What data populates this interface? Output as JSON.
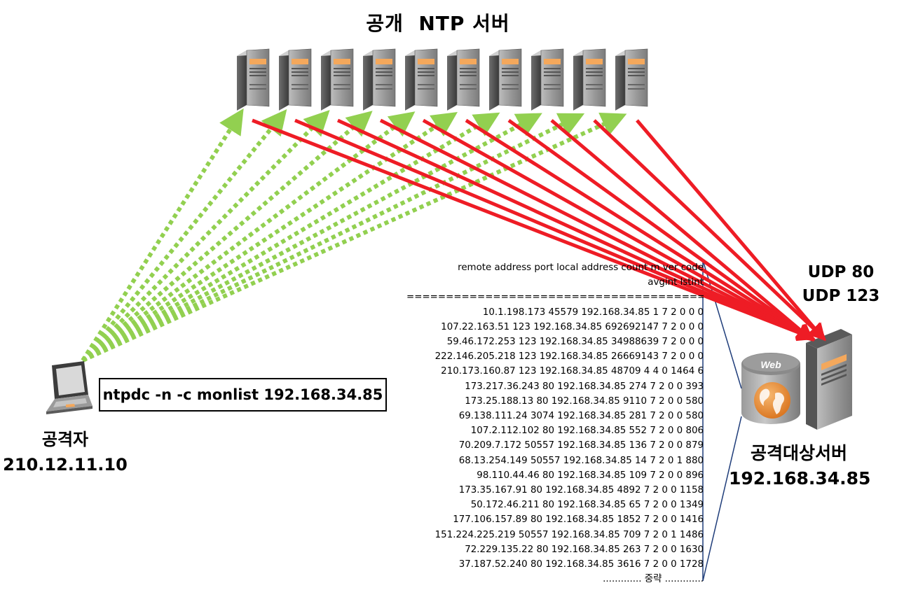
{
  "title": "공개  NTP 서버",
  "command": "ntpdc -n -c monlist 192.168.34.85",
  "attacker": {
    "name": "공격자",
    "ip": "210.12.11.10"
  },
  "target": {
    "name": "공격대상서버",
    "ip": "192.168.34.85",
    "web_label": "Web"
  },
  "ports": [
    "UDP 80",
    "UDP 123"
  ],
  "monlist": {
    "header": [
      "remote address port local address count m ver code",
      "avgint lstint"
    ],
    "separator": "==============================================",
    "rows": [
      "10.1.198.173 45579 192.168.34.85 1 7 2 0 0 0",
      "107.22.163.51 123 192.168.34.85 692692147 7 2 0 0 0",
      "59.46.172.253 123 192.168.34.85 34988639 7 2 0 0 0",
      "222.146.205.218 123 192.168.34.85 26669143 7 2 0 0 0",
      "210.173.160.87 123 192.168.34.85 48709 4 4 0 1464 6",
      "173.217.36.243 80 192.168.34.85 274 7 2 0 0 393",
      "173.25.188.13 80 192.168.34.85 9110 7 2 0 0 580",
      "69.138.111.24 3074 192.168.34.85 281 7 2 0 0 580",
      "107.2.112.102 80 192.168.34.85 552 7 2 0 0 806",
      "70.209.7.172 50557 192.168.34.85 136 7 2 0 0 879",
      "68.13.254.149 50557 192.168.34.85 14 7 2 0 1 880",
      "98.110.44.46 80 192.168.34.85 109 7 2 0 0 896",
      "173.35.167.91 80 192.168.34.85 4892 7 2 0 0 1158",
      "50.172.46.211 80 192.168.34.85 65 7 2 0 0 1349",
      "177.106.157.89 80 192.168.34.85 1852 7 2 0 0 1416",
      "151.224.225.219 50557 192.168.34.85 709 7 2 0 1 1486",
      "72.229.135.22 80 192.168.34.85 263 7 2 0 0 1630",
      "37.187.52.240 80 192.168.34.85 3616 7 2 0 0 1728"
    ],
    "footer": "............. 중략 ............."
  },
  "colors": {
    "request": "#92d050",
    "response": "#ee1c25",
    "divider": "#1f3d7a"
  },
  "server_count": 10
}
